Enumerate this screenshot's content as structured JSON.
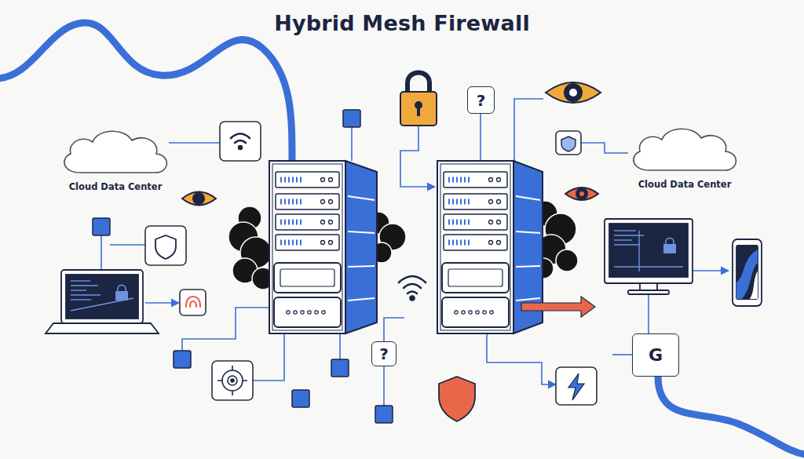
{
  "diagram": {
    "title": "Hybrid Mesh Firewall",
    "nodes": [
      {
        "text": [
          "?"
        ]
      },
      {
        "text": [
          "Cloud Data Center"
        ]
      },
      {
        "text": [
          "Cloud Data Center"
        ]
      },
      {
        "text": [
          "?"
        ]
      },
      {
        "text": [
          "G"
        ]
      }
    ]
  }
}
